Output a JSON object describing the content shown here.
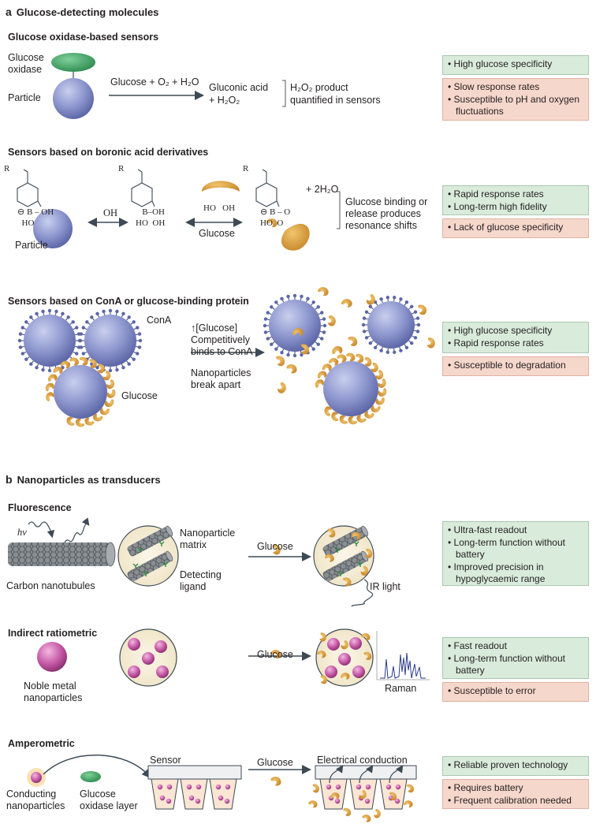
{
  "section_a": {
    "letter": "a",
    "title": "Glucose-detecting molecules",
    "oxidase": {
      "title": "Glucose oxidase-based sensors",
      "label_enzyme": "Glucose oxidase",
      "label_particle": "Particle",
      "reaction_left": "Glucose + O₂ + H₂O",
      "product_line1": "Gluconic acid",
      "product_line2": "+ H₂O₂",
      "note_line1": "H₂O₂ product",
      "note_line2": "quantified in sensors",
      "pros": [
        "High glucose specificity"
      ],
      "cons": [
        "Slow response rates",
        "Susceptible to pH and oxygen fluctuations"
      ]
    },
    "boronic": {
      "title": "Sensors based on boronic acid derivatives",
      "label_particle": "Particle",
      "label_oh": "OH",
      "label_glucose": "Glucose",
      "label_water": "+ 2H₂O",
      "note": [
        "Glucose binding or",
        "release produces",
        "resonance shifts"
      ],
      "pros": [
        "Rapid response rates",
        "Long-term high fidelity"
      ],
      "cons": [
        "Lack of glucose specificity"
      ]
    },
    "cona": {
      "title": "Sensors based on ConA or glucose-binding protein",
      "label_cona": "ConA",
      "label_glucose": "Glucose",
      "note_top": [
        "↑[Glucose]",
        "Competitively",
        "binds to ConA"
      ],
      "note_bottom": [
        "Nanoparticles",
        "break apart"
      ],
      "pros": [
        "High glucose specificity",
        "Rapid response rates"
      ],
      "cons": [
        "Susceptible to degradation"
      ]
    }
  },
  "section_b": {
    "letter": "b",
    "title": "Nanoparticles as transducers",
    "fluorescence": {
      "title": "Fluorescence",
      "label_hv": "hv",
      "label_tubes": "Carbon nanotubules",
      "label_matrix": [
        "Nanoparticle",
        "matrix"
      ],
      "label_ligand": [
        "Detecting",
        "ligand"
      ],
      "label_glucose": "Glucose",
      "label_ir": "IR light",
      "pros": [
        "Ultra-fast readout",
        "Long-term function without battery",
        "Improved precision in hypoglycaemic range"
      ]
    },
    "ratiometric": {
      "title": "Indirect ratiometric",
      "label_noble": [
        "Noble metal",
        "nanoparticles"
      ],
      "label_glucose": "Glucose",
      "label_raman": "Raman",
      "pros": [
        "Fast readout",
        "Long-term function without battery"
      ],
      "cons": [
        "Susceptible to error"
      ]
    },
    "amperometric": {
      "title": "Amperometric",
      "label_conducting": [
        "Conducting",
        "nanoparticles"
      ],
      "label_oxidase": [
        "Glucose",
        "oxidase layer"
      ],
      "label_sensor": "Sensor",
      "label_glucose": "Glucose",
      "label_conduction": "Electrical conduction",
      "pros": [
        "Reliable proven technology"
      ],
      "cons": [
        "Requires battery",
        "Frequent calibration needed"
      ]
    }
  },
  "colors": {
    "particle": "#8f98cf",
    "enzyme": "#3a9a5c",
    "glucose": "#d79a33",
    "metal": "#c65aa6",
    "pro_box": "#d9ebdb",
    "con_box": "#f6d7cb"
  }
}
